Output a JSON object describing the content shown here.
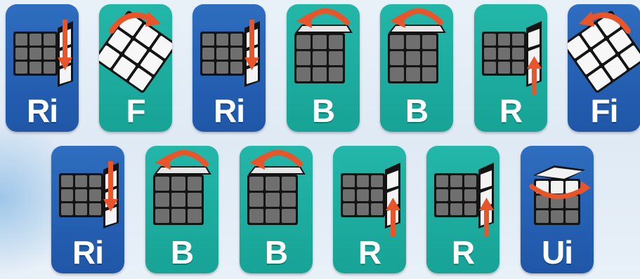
{
  "moves_row_1": [
    {
      "label": "Ri",
      "card_color": "#2562b4",
      "icon": "right-face-down-arrow-icon"
    },
    {
      "label": "F",
      "card_color": "#1faf9f",
      "icon": "front-face-rotate-icon"
    },
    {
      "label": "Ri",
      "card_color": "#2562b4",
      "icon": "right-face-down-arrow-icon"
    },
    {
      "label": "B",
      "card_color": "#1faf9f",
      "icon": "back-face-arc-arrow-icon"
    },
    {
      "label": "B",
      "card_color": "#1faf9f",
      "icon": "back-face-arc-arrow-icon"
    },
    {
      "label": "R",
      "card_color": "#1faf9f",
      "icon": "right-face-up-arrow-icon"
    },
    {
      "label": "Fi",
      "card_color": "#2562b4",
      "icon": "front-face-rotate-ccw-icon"
    }
  ],
  "moves_row_2": [
    {
      "label": "Ri",
      "card_color": "#2562b4",
      "icon": "right-face-down-arrow-icon"
    },
    {
      "label": "B",
      "card_color": "#1faf9f",
      "icon": "back-face-arc-arrow-icon"
    },
    {
      "label": "B",
      "card_color": "#1faf9f",
      "icon": "back-face-arc-arrow-icon"
    },
    {
      "label": "R",
      "card_color": "#1faf9f",
      "icon": "right-face-up-arrow-icon"
    },
    {
      "label": "R",
      "card_color": "#1faf9f",
      "icon": "right-face-up-arrow-icon"
    },
    {
      "label": "Ui",
      "card_color": "#2562b4",
      "icon": "top-layer-rotate-icon"
    }
  ]
}
